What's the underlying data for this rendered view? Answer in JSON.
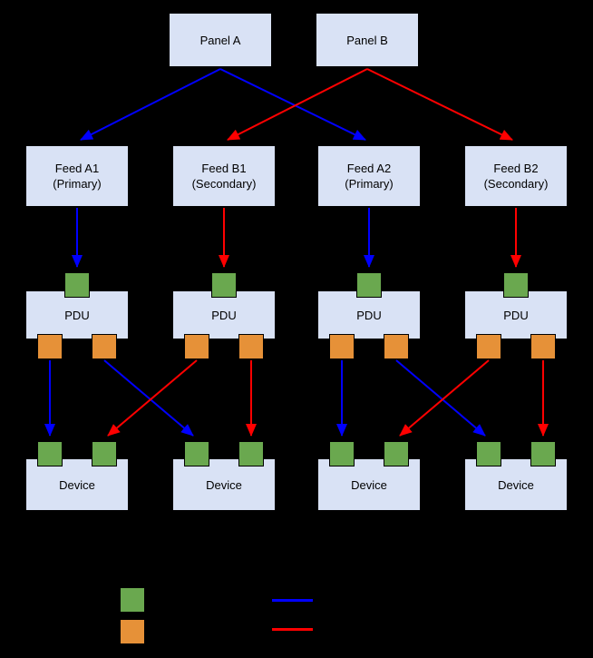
{
  "diagram": {
    "type": "power-redundancy-topology",
    "colors": {
      "background": "#000000",
      "node_fill": "#d9e2f5",
      "node_border": "#000000",
      "input_port_green": "#6aa84f",
      "output_port_orange": "#e69138",
      "primary_path_blue": "#0000ff",
      "secondary_path_red": "#ff0000"
    },
    "nodes": {
      "panel_a": "Panel A",
      "panel_b": "Panel B",
      "feeds": [
        {
          "line1": "Feed A1",
          "line2": "(Primary)"
        },
        {
          "line1": "Feed B1",
          "line2": "(Secondary)"
        },
        {
          "line1": "Feed A2",
          "line2": "(Primary)"
        },
        {
          "line1": "Feed B2",
          "line2": "(Secondary)"
        }
      ],
      "pdu_label": "PDU",
      "device_label": "Device"
    },
    "edges": [
      {
        "from": "Panel A",
        "to": "Feed A1",
        "color": "blue"
      },
      {
        "from": "Panel A",
        "to": "Feed A2",
        "color": "blue"
      },
      {
        "from": "Panel B",
        "to": "Feed B1",
        "color": "red"
      },
      {
        "from": "Panel B",
        "to": "Feed B2",
        "color": "red"
      },
      {
        "from": "Feed A1",
        "to": "PDU 1 input",
        "color": "blue"
      },
      {
        "from": "Feed B1",
        "to": "PDU 2 input",
        "color": "red"
      },
      {
        "from": "Feed A2",
        "to": "PDU 3 input",
        "color": "blue"
      },
      {
        "from": "Feed B2",
        "to": "PDU 4 input",
        "color": "red"
      },
      {
        "from": "PDU 1 output left",
        "to": "Device 1 input left",
        "color": "blue"
      },
      {
        "from": "PDU 1 output right",
        "to": "Device 2 input left",
        "color": "blue"
      },
      {
        "from": "PDU 2 output left",
        "to": "Device 1 input right",
        "color": "red"
      },
      {
        "from": "PDU 2 output right",
        "to": "Device 2 input right",
        "color": "red"
      },
      {
        "from": "PDU 3 output left",
        "to": "Device 3 input left",
        "color": "blue"
      },
      {
        "from": "PDU 3 output right",
        "to": "Device 4 input left",
        "color": "blue"
      },
      {
        "from": "PDU 4 output left",
        "to": "Device 3 input right",
        "color": "red"
      },
      {
        "from": "PDU 4 output right",
        "to": "Device 4 input right",
        "color": "red"
      }
    ],
    "legend": {
      "swatches": [
        "green-square",
        "orange-square"
      ],
      "lines": [
        "blue-line",
        "red-line"
      ]
    }
  }
}
